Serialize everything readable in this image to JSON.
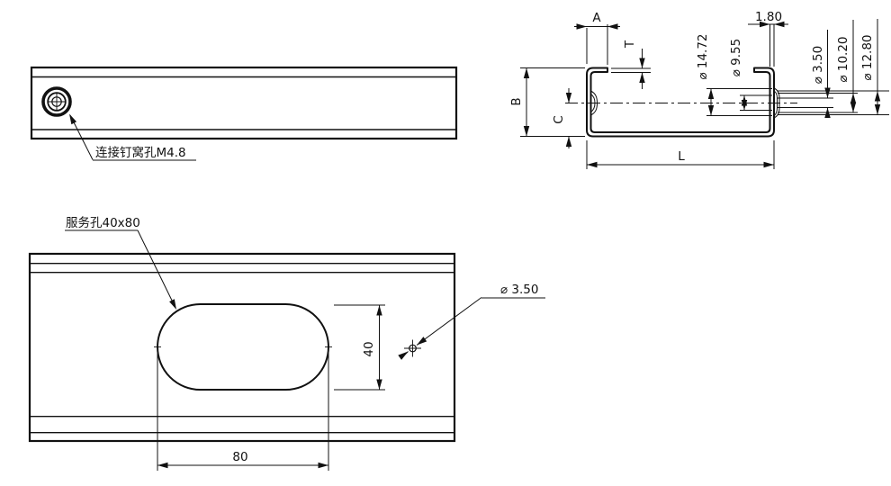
{
  "drawing": {
    "background": "#ffffff",
    "line_color": "#111111",
    "side_view": {
      "hole_label": "连接钉窝孔M4.8"
    },
    "section_view": {
      "dim_a": "A",
      "dim_t": "T",
      "dim_b": "B",
      "dim_c": "C",
      "dim_l": "L",
      "dim_thickness": "1.80",
      "dia_flange_outer": "⌀ 14.72",
      "dia_flange_inner": "⌀ 9.55",
      "dia_pilot": "⌀ 3.50",
      "dia_dimple_inner": "⌀ 10.20",
      "dia_dimple_outer": "⌀ 12.80"
    },
    "plan_view": {
      "slot_label": "服务孔40x80",
      "slot_width_dim": "40",
      "slot_length_dim": "80",
      "hole_dia": "⌀ 3.50"
    }
  }
}
